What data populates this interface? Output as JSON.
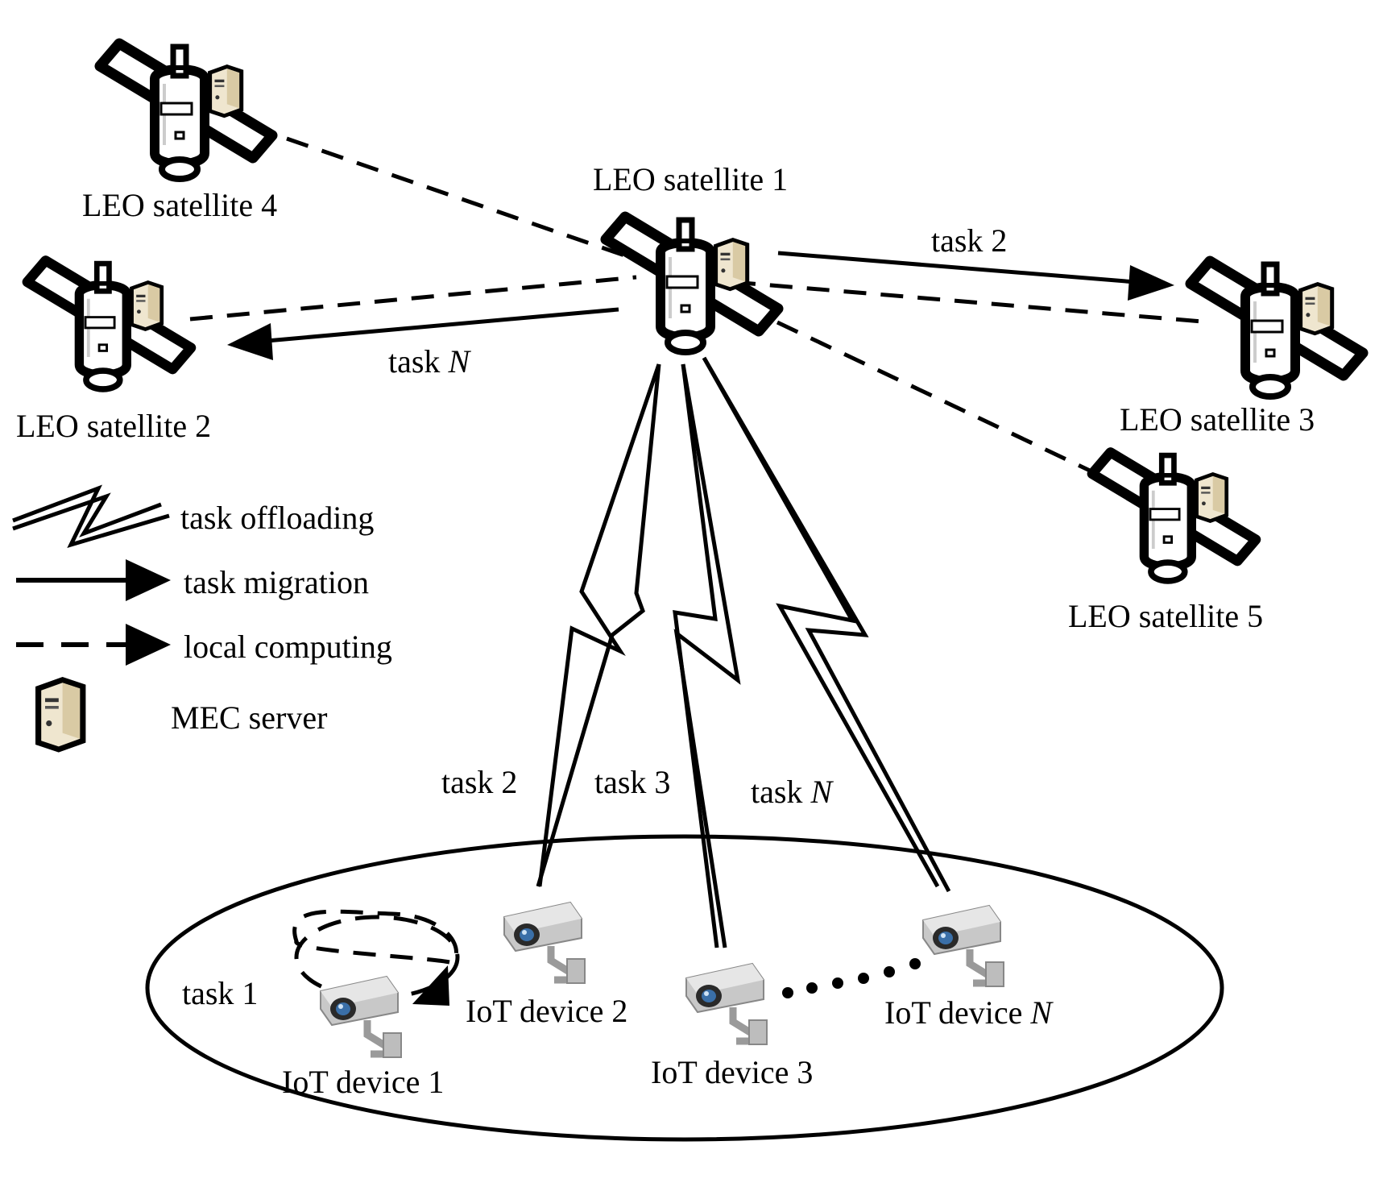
{
  "satellites": {
    "sat1": "LEO satellite 1",
    "sat2": "LEO satellite 2",
    "sat3": "LEO satellite 3",
    "sat4": "LEO satellite 4",
    "sat5": "LEO satellite 5"
  },
  "links": {
    "to_sat3_task": "task 2",
    "to_sat2_task_prefix": "task ",
    "to_sat2_task_var": "N",
    "offload_task2": "task 2",
    "offload_task3": "task 3",
    "offload_taskN_prefix": "task ",
    "offload_taskN_var": "N",
    "local_task": "task 1"
  },
  "devices": {
    "dev1": "IoT device 1",
    "dev2": "IoT device 2",
    "dev3": "IoT device 3",
    "devN_prefix": "IoT device ",
    "devN_var": "N"
  },
  "legend": {
    "offloading": "task offloading",
    "migration": "task migration",
    "local": "local computing",
    "server": "MEC server"
  },
  "icons": {
    "satellite": "satellite-icon",
    "server": "mec-server-icon",
    "camera": "iot-camera-icon"
  }
}
